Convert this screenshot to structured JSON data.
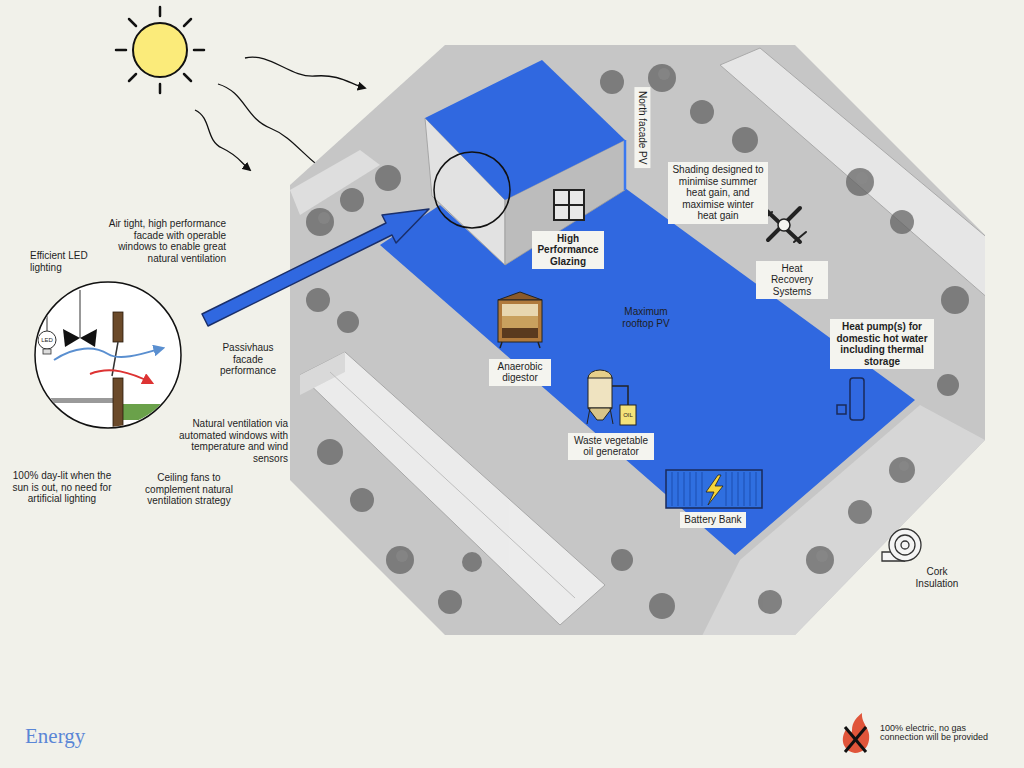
{
  "diagram": {
    "title": "Energy",
    "nodes": [
      {
        "text": [
          "North facade PV"
        ]
      },
      {
        "text": [
          "Shading designed to minimise summer heat gain, and maximise winter heat gain"
        ]
      },
      {
        "text": [
          "High Performance Glazing"
        ]
      },
      {
        "text": [
          "Heat Recovery Systems"
        ]
      },
      {
        "text": [
          "Heat pump(s) for domestic hot water including thermal storage"
        ]
      },
      {
        "text": [
          "Anaerobic digestor"
        ]
      },
      {
        "text": [
          "Waste vegetable oil generator"
        ]
      },
      {
        "text": [
          "Battery Bank"
        ]
      }
    ],
    "labels": [
      "Air tight, high performance facade with operable windows to enable great natural ventilation",
      "Efficient LED lighting",
      "LED",
      "Passivhaus facade performance",
      "Maximum rooftop PV",
      "OIL",
      "Natural ventilation via automated windows with temperature and wind sensors",
      "100% day-lit when the sun is out, no need for artificial lighting",
      "Ceiling fans to complement natural ventilation strategy",
      "Cork Insulation",
      "100% electric, no gas connection will be provided"
    ]
  }
}
